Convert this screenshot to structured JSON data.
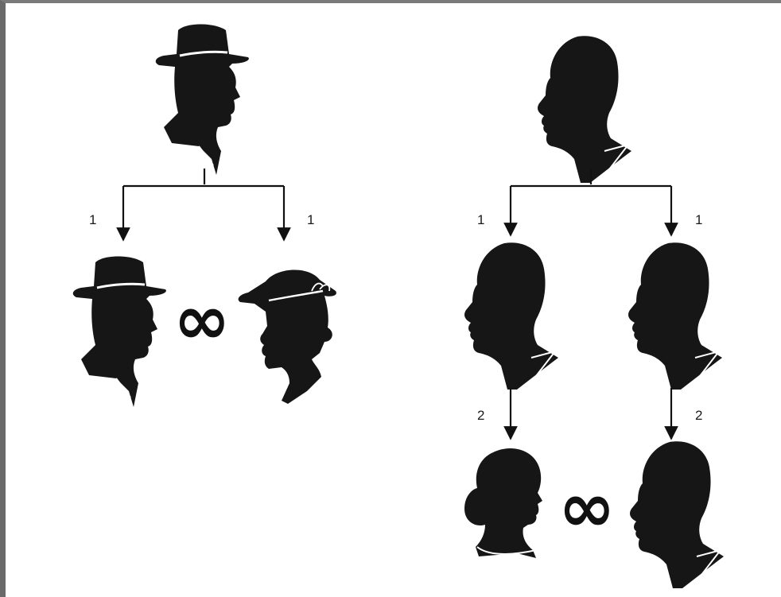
{
  "left_tree": {
    "branch_labels": [
      "1",
      "1"
    ],
    "link_symbol": "∞"
  },
  "right_tree": {
    "branch_labels": [
      "1",
      "1"
    ],
    "second_labels": [
      "2",
      "2"
    ],
    "link_symbol": "∞"
  },
  "icons": {
    "man_hat": "man-with-hat-silhouette-icon",
    "man": "man-silhouette-icon",
    "woman_hat": "woman-with-hat-silhouette-icon",
    "woman": "woman-silhouette-icon"
  },
  "colors": {
    "ink": "#161616",
    "frame": "#6a6a6a"
  }
}
